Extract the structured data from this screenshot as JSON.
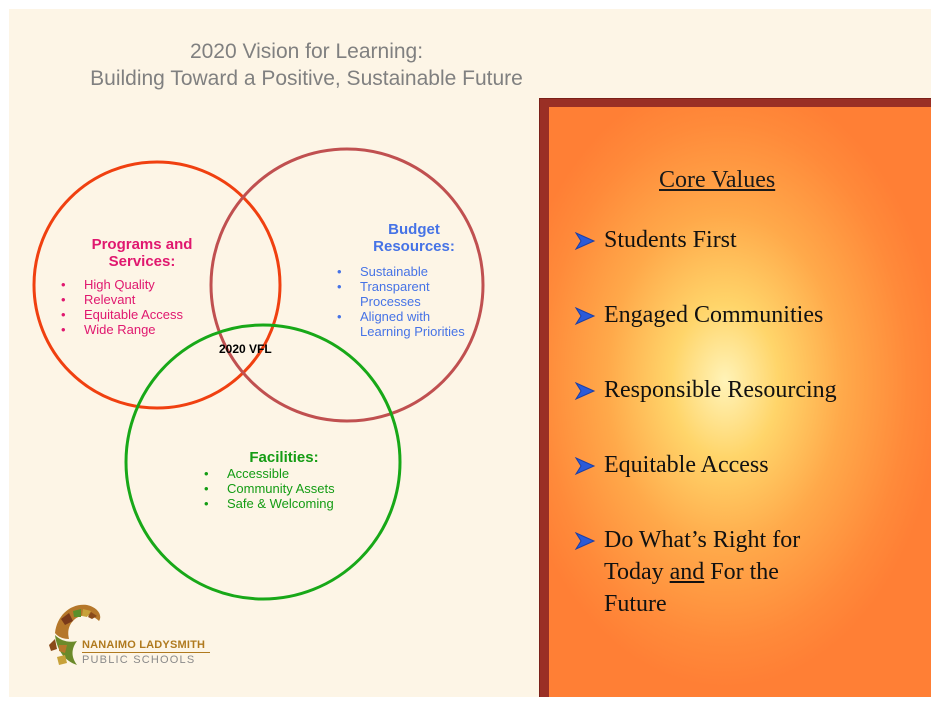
{
  "title": {
    "line1": "2020 Vision for Learning:",
    "line2": "Building Toward a Positive, Sustainable Future"
  },
  "venn": {
    "programs": {
      "heading": "Programs and Services:",
      "bullets": [
        "High Quality",
        "Relevant",
        "Equitable Access",
        "Wide Range"
      ],
      "color": "#e0186f",
      "circle_color": "#f04010"
    },
    "budget": {
      "heading_line1": "Budget",
      "heading_line2": "Resources:",
      "bullets": [
        "Sustainable",
        "Transparent Processes",
        "Aligned with Learning Priorities"
      ],
      "color": "#4673e6",
      "circle_color": "#c05050"
    },
    "facilities": {
      "heading": "Facilities:",
      "bullets": [
        "Accessible",
        "Community Assets",
        "Safe & Welcoming"
      ],
      "color": "#149c14",
      "circle_color": "#18a818"
    },
    "center_label": "2020 VFL"
  },
  "core_values": {
    "title": "Core Values",
    "items": [
      "Students First",
      "Engaged Communities",
      "Responsible Resourcing",
      "Equitable Access"
    ],
    "last_item": {
      "line1": "Do What’s Right for",
      "line2_before": "Today ",
      "line2_underlined": "and",
      "line2_after": " For the",
      "line3": "Future"
    }
  },
  "logo": {
    "line1": "NANAIMO LADYSMITH",
    "line2": "PUBLIC SCHOOLS"
  }
}
